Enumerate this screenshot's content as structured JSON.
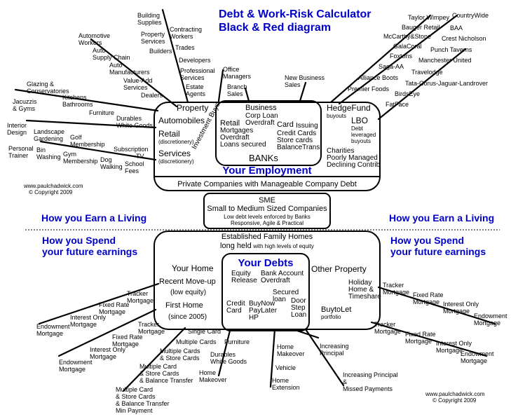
{
  "title": {
    "line1": "Debt & Work-Risk Calculator",
    "line2": "Black & Red diagram"
  },
  "copyright_top": {
    "url": "www.paulchadwick.com",
    "text": "Copyright 2009"
  },
  "copyright_bottom": {
    "url": "www.paulchadwick.com",
    "text": "Copyright 2009"
  },
  "employment": {
    "heading": "Your Employment",
    "footer": "Private Companies with Manageable Company Debt",
    "left": {
      "property": "Property",
      "automobiles": "Automobiles",
      "retail": "Retail",
      "retail_sub": "(discretionery)",
      "services": "Services",
      "services_sub": "(discretionery)",
      "investment": "Investment Buys"
    },
    "banks": {
      "business": "Business",
      "corp_loan": "Corp Loan",
      "overdraft_biz": "Overdraft",
      "retail": "Retail",
      "mortgages": "Mortgages",
      "overdraft": "Overdraft",
      "loans_secured": "Loans secured",
      "card": "Card",
      "issuing": "Issuing",
      "credit_cards": "Credit Cards",
      "store_cards": "Store cards",
      "balance_trans": "BalanceTrans",
      "label": "BANKs"
    },
    "right": {
      "hedgefund": "HedgeFund",
      "buyouts": "buyouts",
      "lbo": "LBO",
      "debt": "Debt",
      "leveraged": "leveraged",
      "buyouts2": "buyouts",
      "charities": "Charities",
      "poorly": "Poorly Managed",
      "declining": "Declining Contrib"
    }
  },
  "sme": {
    "title": "SME",
    "line": "Small to Medium Sized Companies",
    "sub1": "Low debt levels enforced by Banks",
    "sub2": "Responsive, Agile & Practical"
  },
  "earn_label": "How you Earn a Living",
  "spend_label": {
    "line1": "How you Spend",
    "line2": "your future earnings"
  },
  "homes": {
    "established": "Established Family Homes",
    "held": "long held",
    "held_sub": "with high levels of equity",
    "your_home": "Your Home",
    "recent": "Recent Move-up",
    "low_equity": "(low equity)",
    "first_home": "First Home",
    "since": "(since 2005)",
    "other": "Other Property",
    "holiday1": "Holiday",
    "holiday2": "Home &",
    "holiday3": "Timeshare",
    "buytolet": "BuytoLet",
    "portfolio": "portfolio"
  },
  "debts": {
    "heading": "Your Debts",
    "equity": "Equity",
    "release": "Release",
    "bank_account": "Bank Account",
    "overdraft": "Overdraft",
    "secured": "Secured",
    "loan": "loan",
    "credit": "Credit",
    "card": "Card",
    "buynow": "BuyNow",
    "paylater": "PayLater",
    "hp": "HP",
    "door": "Door",
    "step": "Step",
    "loan2": "Loan"
  },
  "top_left_labels": {
    "building": [
      "Building",
      "Supplies"
    ],
    "contracting": [
      "Contracting",
      "Workers"
    ],
    "property_services": [
      "Property",
      "Services"
    ],
    "trades": "Trades",
    "builders": "Builders",
    "developers": "Developers",
    "professional": [
      "Professional",
      "Services"
    ],
    "estate": [
      "Estate",
      "Agents"
    ],
    "automotive": [
      "Automotive",
      "Workers"
    ],
    "auto_supply": [
      "Auto",
      "Supply Chain"
    ],
    "auto_manuf": [
      "Auto",
      "Manufacturers"
    ],
    "value_added": [
      "Value-Add",
      "Services"
    ],
    "dealers": "Dealers",
    "glazing": [
      "Glazing &",
      "Conservatories"
    ],
    "jacuzzis": [
      "Jacuzzis",
      "& Gyms"
    ],
    "kitchens": [
      "Kitchens",
      "Bathrooms"
    ],
    "furniture": "Furniture",
    "durables": [
      "Durables",
      "White Goods"
    ],
    "interior": [
      "Interior",
      "Design"
    ],
    "landscape": [
      "Landscape",
      "Gardening"
    ],
    "golf": [
      "Golf",
      "Membership"
    ],
    "subscription": [
      "Subscription",
      "TV"
    ],
    "personal": [
      "Personal",
      "Trainer"
    ],
    "bin": [
      "Bin",
      "Washing"
    ],
    "gym": [
      "Gym",
      "Membership"
    ],
    "dog": [
      "Dog",
      "Walking"
    ],
    "school": [
      "School",
      "Fees"
    ],
    "office": [
      "Office",
      "Managers"
    ],
    "branch": [
      "Branch",
      "Sales"
    ],
    "new_business": [
      "New Business",
      "Sales"
    ]
  },
  "top_right_labels": {
    "taylor": "Taylor Wimpey",
    "countrywide": "CountryWide",
    "bauger": "Bauger Retail",
    "baa": "BAA",
    "mccarthy": "McCarthy&Stone",
    "crest": "Crest Nicholson",
    "galacoral": "GalaCoral",
    "punch": "Punch Taverns",
    "foxtons": "Foxtons",
    "manchester": "Manchester United",
    "saga": "Saga-AA",
    "travelodge": "Travelodge",
    "alliance": "Alliance Boots",
    "tata": "Tata-Corus-Jaguar-Landrover",
    "premier": "Premier Foods",
    "birdseye": "BirdsEye",
    "fatface": "FatFace"
  },
  "bottom_left_labels": {
    "tracker1": [
      "Tracker",
      "Mortgage"
    ],
    "fixed1": [
      "Fixed Rate",
      "Mortgage"
    ],
    "interest1": [
      "Interest Only",
      "Mortgage"
    ],
    "endowment1": [
      "Endowment",
      "Mortgage"
    ],
    "tracker2": [
      "Tracker",
      "Mortgage"
    ],
    "fixed2": [
      "Fixed Rate",
      "Mortgage"
    ],
    "interest2": [
      "Interest Only",
      "Mortgage"
    ],
    "endowment2": [
      "Endowment",
      "Mortgage"
    ],
    "single_card": "Single Card",
    "multiple_cards": "Multiple Cards",
    "multi_store": [
      "Multiple Cards",
      "& Store Cards"
    ],
    "multi_balance": [
      "Multiple Card",
      "& Store Cards",
      "& Balance Transfer"
    ],
    "multi_min": [
      "Multiple Card",
      "& Store Cards",
      "& Balance Transfer",
      "Min Payment"
    ],
    "furniture": "Furniture",
    "durables": [
      "Durables",
      "White Goods"
    ],
    "home_makeover": [
      "Home",
      "Makeover"
    ]
  },
  "bottom_right_labels": {
    "home_makeover": [
      "Home",
      "Makeover"
    ],
    "vehicle": "Vehicle",
    "home_extension": [
      "Home",
      "Extension"
    ],
    "increasing": [
      "Increasing",
      "Principal"
    ],
    "increasing_missed": [
      "Increasing Principal",
      "&",
      "Missed Payments"
    ],
    "tracker_r1": [
      "Tracker",
      "Mortgage"
    ],
    "fixed_r1": [
      "Fixed Rate",
      "Mortgage"
    ],
    "interest_r1": [
      "Interest Only",
      "Mortgage"
    ],
    "endowment_r1": [
      "Endowment",
      "Mortgage"
    ],
    "tracker_r2": [
      "Tracker",
      "Mortgage"
    ],
    "fixed_r2": [
      "Fixed Rate",
      "Mortgage"
    ],
    "interest_r2": [
      "Interest Only",
      "Mortgage"
    ],
    "endowment_r2": [
      "Endowment",
      "Mortgage"
    ]
  },
  "colors": {
    "accent": "#0000c8",
    "line": "#000000"
  }
}
